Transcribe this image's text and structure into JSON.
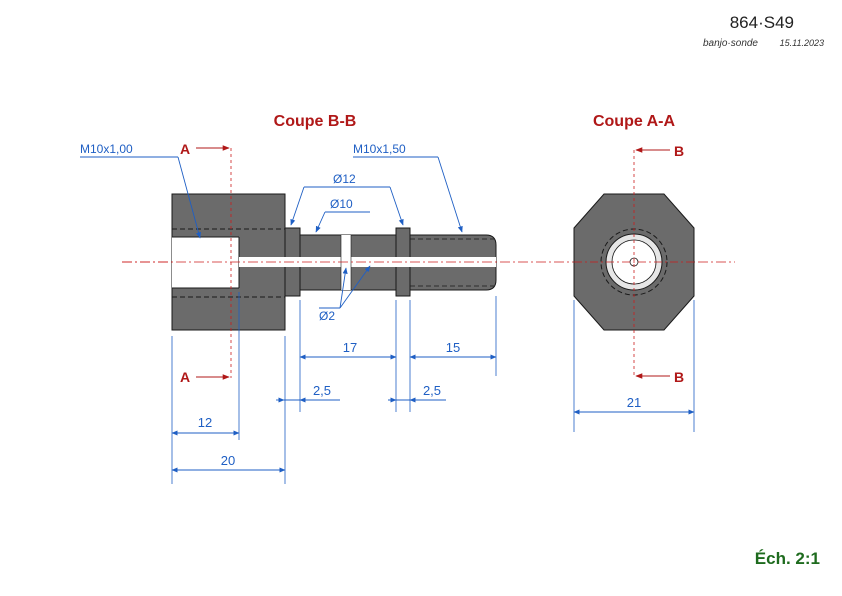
{
  "header": {
    "part_number": "864·S49",
    "description": "banjo·sonde",
    "date": "15.11.2023"
  },
  "views": {
    "section_bb_title": "Coupe B-B",
    "section_aa_title": "Coupe A-A",
    "cut_a_label": "A",
    "cut_b_label": "B"
  },
  "annotations": {
    "thread_left": "M10x1,00",
    "thread_right": "M10x1,50",
    "dia_12": "Ø12",
    "dia_10": "Ø10",
    "dia_2": "Ø2"
  },
  "dimensions": {
    "d17": "17",
    "d15": "15",
    "d2_5_a": "2,5",
    "d2_5_b": "2,5",
    "d12": "12",
    "d20": "20",
    "d21": "21"
  },
  "scale": "Éch. 2:1",
  "colors": {
    "body": "#6b6b6b",
    "outline": "#1a1a1a",
    "dimension": "#1f5fc4",
    "section_label": "#b01818",
    "centerline": "#cc1c1c",
    "scale_text": "#1e6b1e"
  }
}
